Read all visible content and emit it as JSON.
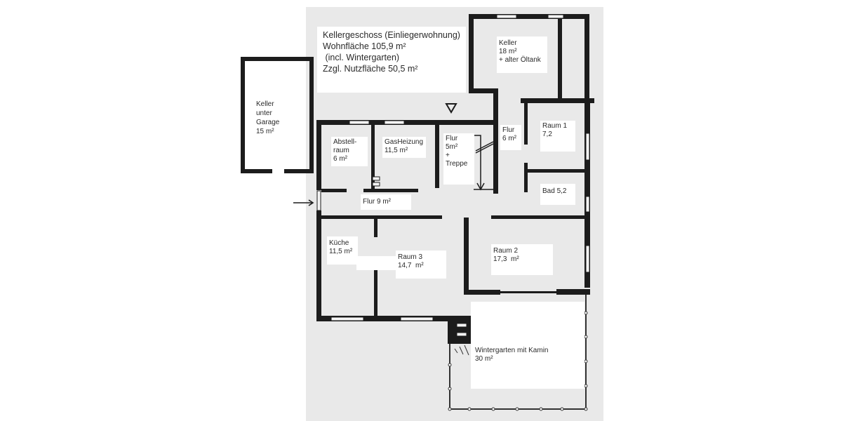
{
  "plan": {
    "title_block": {
      "line1": "Kellergeschoss (Einliegerwohnung)",
      "line2": "Wohnfläche 105,9 m²",
      "line3": " (incl. Wintergarten)",
      "line4": "Zzgl. Nutzfläche 50,5 m²"
    },
    "rooms": {
      "keller_garage": {
        "l1": "Keller",
        "l2": "unter",
        "l3": "Garage",
        "l4": "15 m²"
      },
      "keller": {
        "l1": "Keller",
        "l2": "18 m²",
        "l3": "+ alter Öltank"
      },
      "abstellraum": {
        "l1": "Abstell-",
        "l2": "raum",
        "l3": "6 m²"
      },
      "gasheizung": {
        "l1": "GasHeizung",
        "l2": "11,5 m²"
      },
      "flur_treppe": {
        "l1": "Flur",
        "l2": "5m²",
        "l3": "+",
        "l4": "Treppe"
      },
      "flur_6": {
        "l1": "Flur",
        "l2": "6 m²"
      },
      "raum1": {
        "l1": "Raum 1",
        "l2": "7,2"
      },
      "bad": {
        "l1": "Bad 5,2"
      },
      "flur_9": {
        "l1": "Flur 9 m²"
      },
      "kueche": {
        "l1": "Küche",
        "l2": "11,5 m²"
      },
      "raum3": {
        "l1": "Raum 3",
        "l2": "14,7  m²"
      },
      "raum2": {
        "l1": "Raum 2",
        "l2": "17,3  m²"
      },
      "wintergarten": {
        "l1": "Wintergarten mit Kamin",
        "l2": "30 m²"
      }
    },
    "symbols": {
      "entrance_arrow": "arrow-right",
      "level_marker": "triangle-down",
      "stair_arrow": "arrow-down"
    },
    "colors": {
      "wall": "#1c1c1c",
      "paper": "#e9e9e9",
      "label_bg": "#ffffff",
      "text": "#2a2a2a"
    }
  }
}
